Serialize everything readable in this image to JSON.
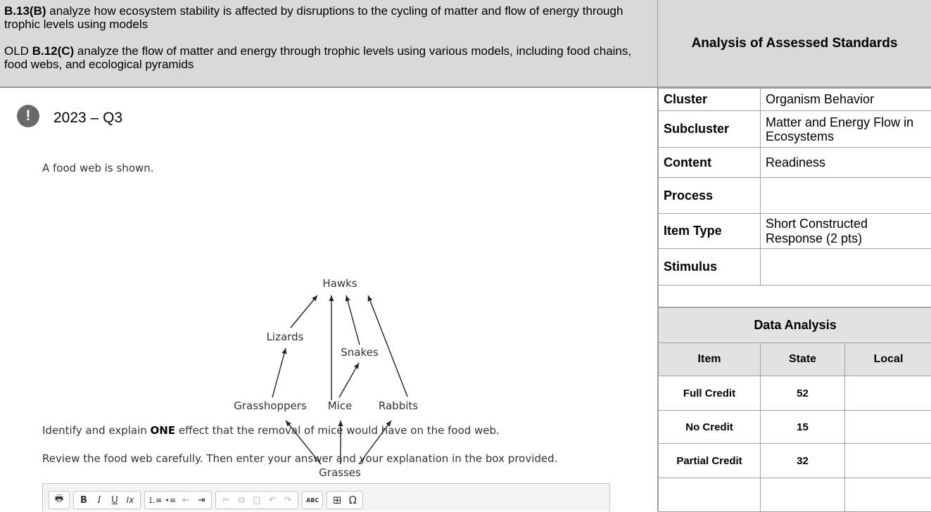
{
  "header": {
    "std_code": "B.13(B)",
    "std_text": " analyze how ecosystem stability is affected by disruptions to the cycling of matter and flow of energy through trophic levels using models",
    "old_prefix": "OLD ",
    "old_code": "B.12(C)",
    "old_text": " analyze the flow of matter and energy through trophic levels using various models, including food chains, food webs, and ecological pyramids",
    "panel_title": "Analysis of Assessed Standards"
  },
  "question": {
    "badge": "!",
    "title": "2023 – Q3",
    "intro": "A food web is shown.",
    "prompt_before": "Identify and explain ",
    "prompt_bold": "ONE",
    "prompt_after": " effect that the removal of mice would have on the food web.",
    "instructions": "Review the food web carefully. Then enter your answer and your explanation in the box provided."
  },
  "food_web": {
    "hawks": "Hawks",
    "lizards": "Lizards",
    "snakes": "Snakes",
    "grasshoppers": "Grasshoppers",
    "mice": "Mice",
    "rabbits": "Rabbits",
    "grasses": "Grasses"
  },
  "toolbar": {
    "print": "🖶",
    "bold": "B",
    "italic": "I",
    "underline": "U",
    "clear_format": "Ix",
    "numbered_list": "⒈≡",
    "bulleted_list": "•≡",
    "outdent": "⇤",
    "indent": "⇥",
    "cut": "✂",
    "copy": "⧉",
    "paste": "📋",
    "undo": "↶",
    "redo": "↷",
    "spellcheck": "ABC",
    "table": "⊞",
    "special_char": "Ω"
  },
  "meta": {
    "cluster_label": "Cluster",
    "cluster_value": "Organism Behavior",
    "subcluster_label": "Subcluster",
    "subcluster_value": "Matter and Energy Flow in Ecosystems",
    "content_label": "Content",
    "content_value": "Readiness",
    "process_label": "Process",
    "process_value": "",
    "item_type_label": "Item Type",
    "item_type_value": "Short Constructed Response (2 pts)",
    "stimulus_label": "Stimulus",
    "stimulus_value": ""
  },
  "data_analysis": {
    "title": "Data Analysis",
    "col_item": "Item",
    "col_state": "State",
    "col_local": "Local",
    "rows": [
      {
        "item": "Full Credit",
        "state": "52",
        "local": ""
      },
      {
        "item": "No Credit",
        "state": "15",
        "local": ""
      },
      {
        "item": "Partial Credit",
        "state": "32",
        "local": ""
      }
    ]
  }
}
